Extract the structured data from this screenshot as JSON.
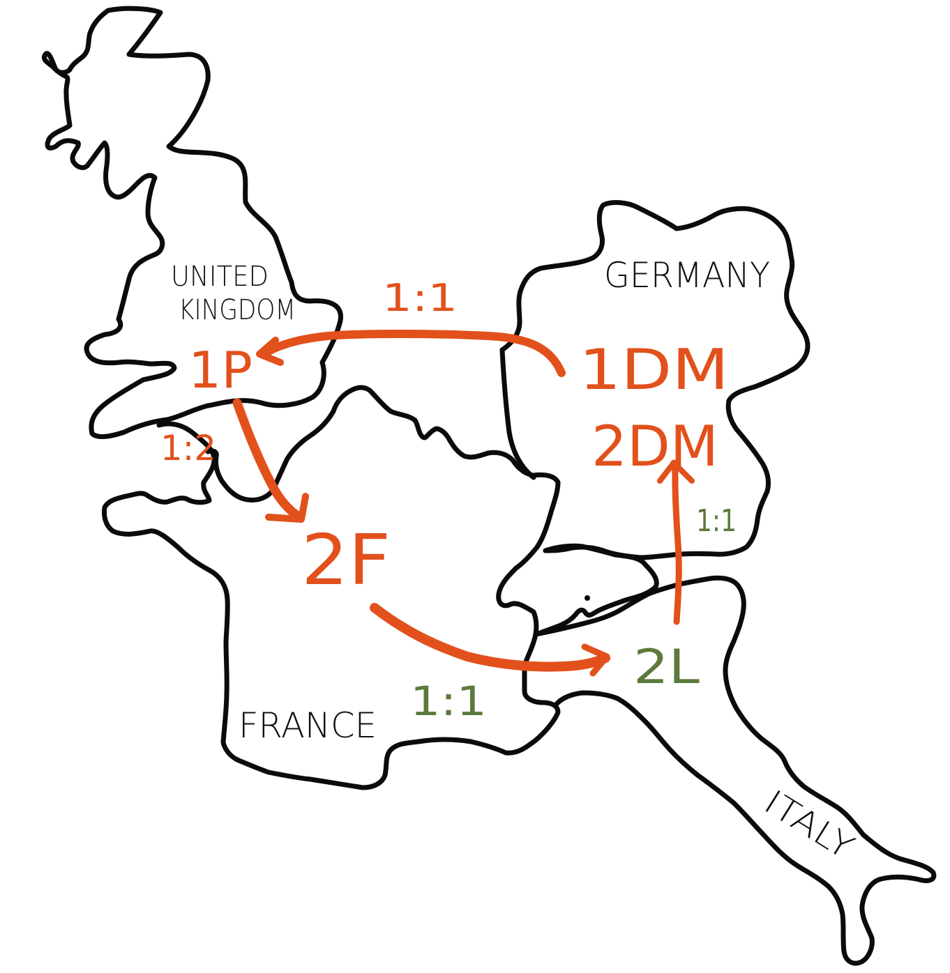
{
  "colors": {
    "outline": "#0b0b0b",
    "currency": "#e2501b",
    "ratio_green": "#5b7a3c",
    "background": "#ffffff"
  },
  "countries": {
    "uk_line1": "UNITED",
    "uk_line2": "KINGDOM",
    "germany": "GERMANY",
    "france": "FRANCE",
    "italy": "ITALY"
  },
  "amounts": {
    "uk": "1P",
    "germany_1": "1DM",
    "germany_2": "2DM",
    "france": "2F",
    "italy": "2L"
  },
  "ratios": {
    "germany_to_uk": "1:1",
    "uk_to_france": "1:2",
    "france_to_italy": "1:1",
    "italy_to_germany": "1:1"
  }
}
